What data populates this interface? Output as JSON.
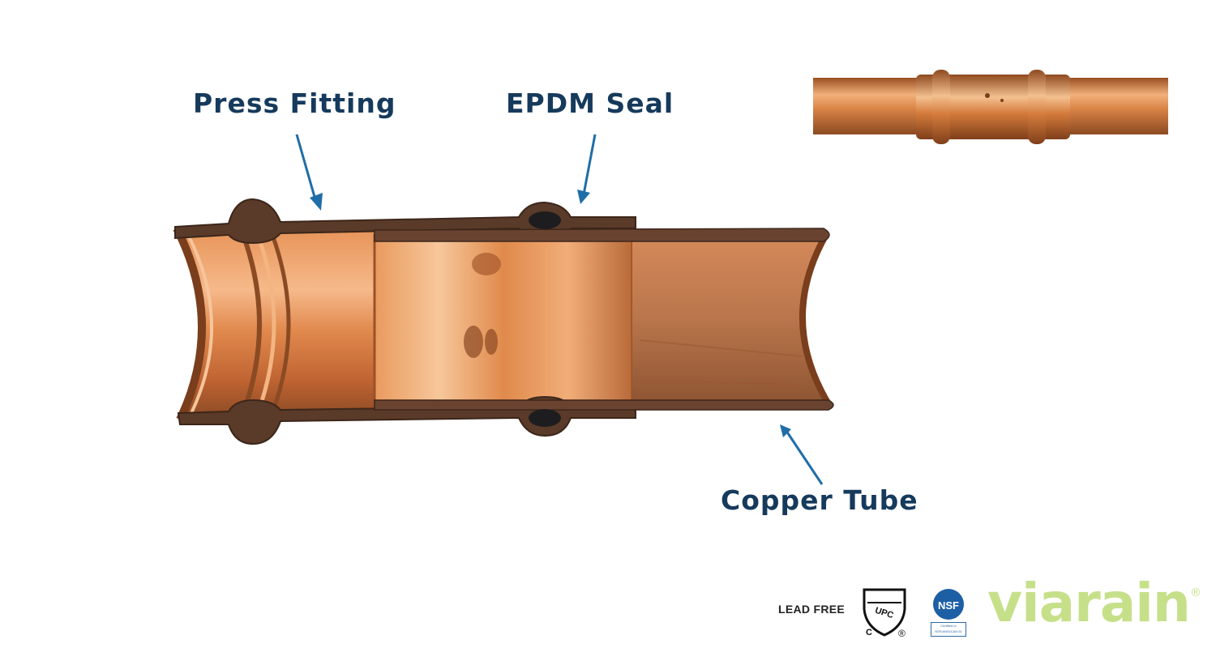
{
  "labels": {
    "press_fitting": "Press Fitting",
    "epdm_seal": "EPDM Seal",
    "copper_tube": "Copper Tube"
  },
  "footer": {
    "lead_free": "LEAD FREE",
    "brand": "viarain",
    "brand_mark": "®",
    "upc_mark": "UPC",
    "upc_c": "C",
    "upc_r": "®",
    "nsf_mark": "NSF",
    "nsf_cert_line1": "Certified to",
    "nsf_cert_line2": "NSF/ANSI/CAN 61"
  },
  "colors": {
    "label_text": "#163a5c",
    "arrow": "#1f6ea8",
    "copper_light": "#f0a26a",
    "copper_mid": "#c86f3c",
    "copper_dark": "#7a3e1d",
    "brand_green": "#c6e08a",
    "nsf_blue": "#1d5fa5"
  },
  "icons": [
    "upc-shield-icon",
    "nsf-circle-icon"
  ]
}
